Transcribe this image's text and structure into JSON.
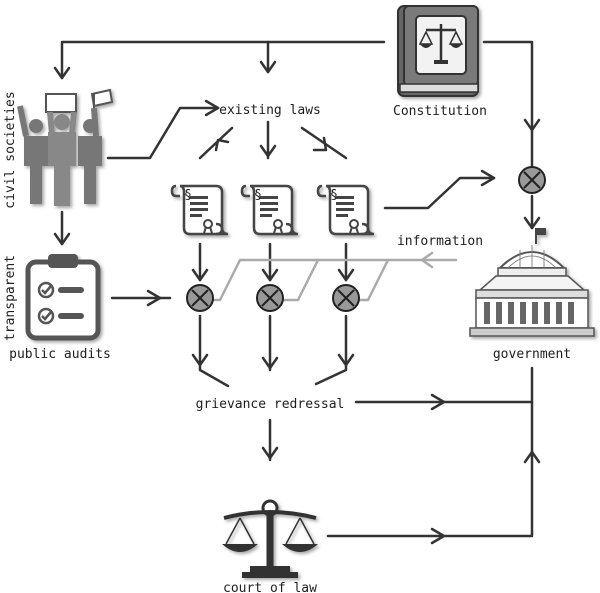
{
  "labels": {
    "constitution": "Constitution",
    "existing_laws": "existing laws",
    "civil_societies": "civil societies",
    "transparent": "transparent",
    "public_audits": "public audits",
    "information": "information",
    "government": "government",
    "grievance_redressal": "grievance redressal",
    "court_of_law": "court of law",
    "section_mark": "§"
  },
  "icons": [
    "law-book-icon",
    "protesters-icon",
    "clipboard-checklist-icon",
    "law-scroll-icon",
    "government-building-icon",
    "scales-of-justice-icon",
    "multiply-junction-icon"
  ],
  "colors": {
    "line": "#333333",
    "information_line": "#aaaaaa",
    "junction_fill": "#999999",
    "icon_dark": "#555555",
    "icon_mid": "#888888"
  }
}
